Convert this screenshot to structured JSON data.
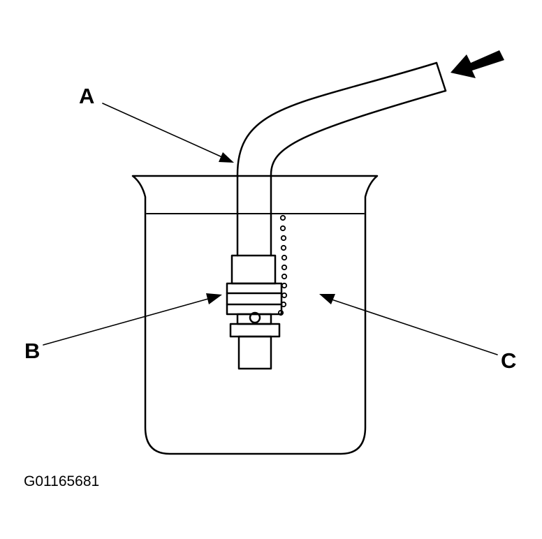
{
  "callouts": {
    "a": "A",
    "b": "B",
    "c": "C"
  },
  "figure_id": "G01165681",
  "colors": {
    "line": "#000000",
    "background": "#ffffff"
  }
}
